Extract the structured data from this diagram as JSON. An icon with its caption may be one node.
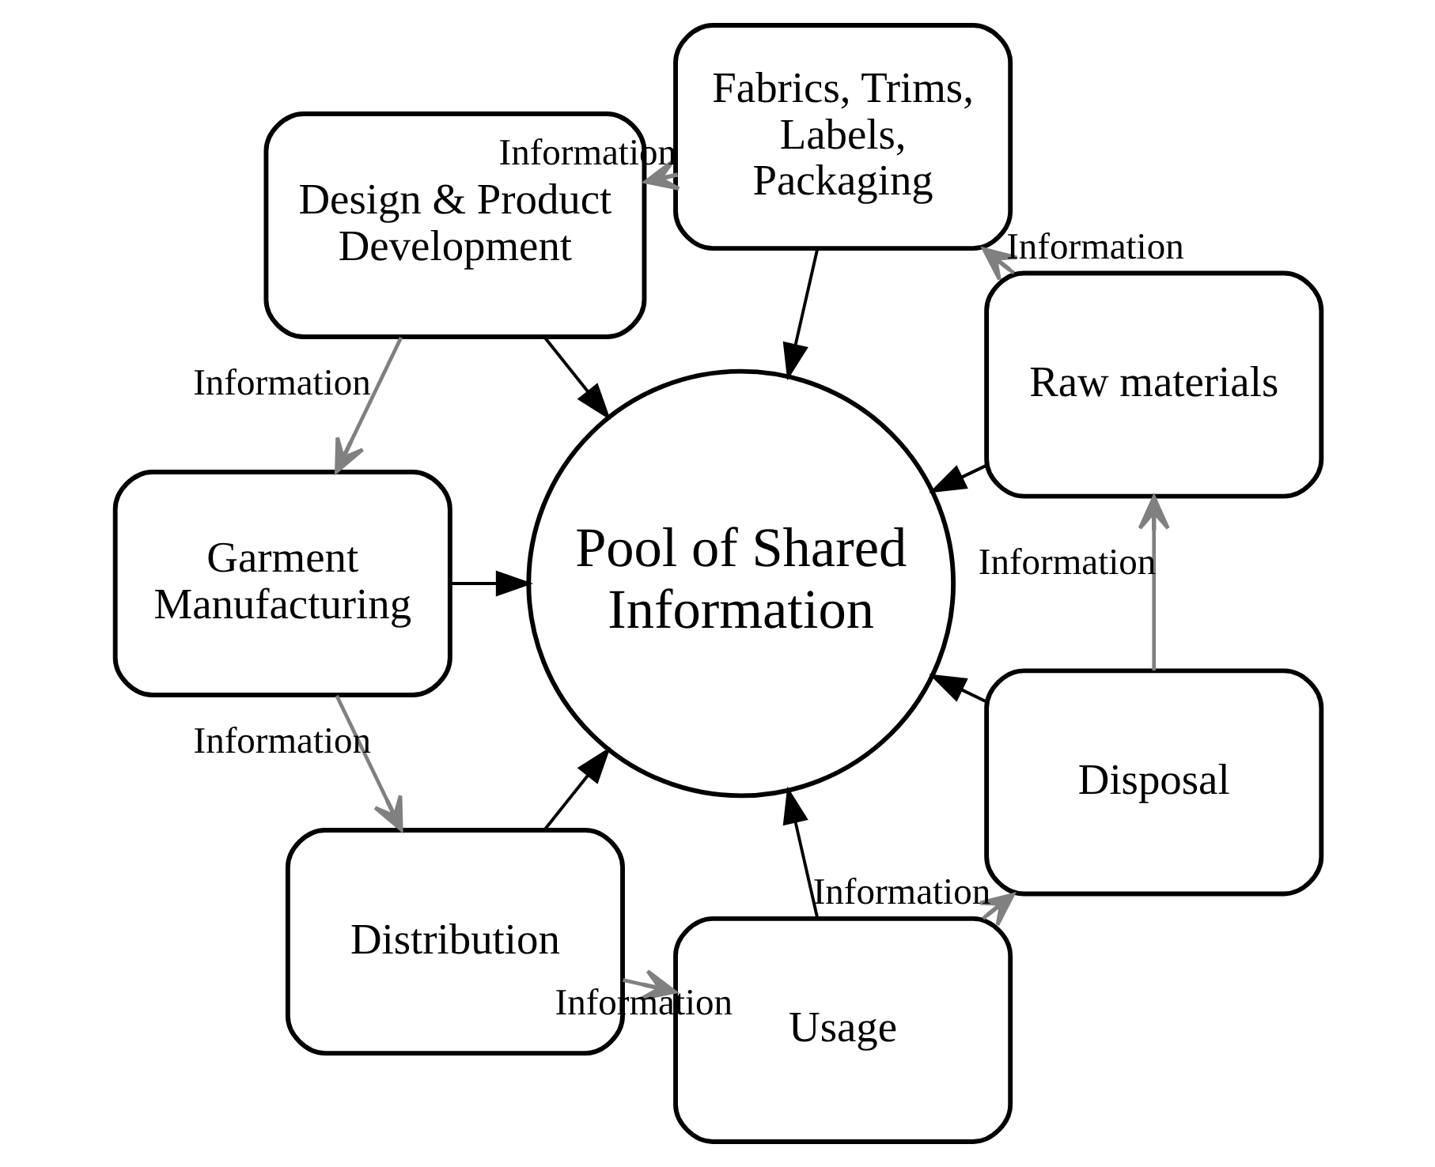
{
  "diagram": {
    "nodes": [
      {
        "text": [
          "Raw materials"
        ]
      },
      {
        "text": [
          "Fabrics, Trims, Labels, Packaging"
        ]
      },
      {
        "text": [
          "Design & Product Development"
        ]
      },
      {
        "text": [
          "Garment Manufacturing"
        ]
      },
      {
        "text": [
          "Distribution"
        ]
      },
      {
        "text": [
          "Usage"
        ]
      },
      {
        "text": [
          "Disposal"
        ]
      },
      {
        "text": [
          "Pool of Shared Information"
        ]
      }
    ],
    "edges": [
      {
        "from": 0,
        "to": 1,
        "arrow": "to",
        "label": "Information",
        "color": "#808080"
      },
      {
        "from": 1,
        "to": 2,
        "arrow": "to",
        "label": "Information",
        "color": "#808080"
      },
      {
        "from": 2,
        "to": 3,
        "arrow": "to",
        "label": "Information",
        "color": "#808080"
      },
      {
        "from": 3,
        "to": 4,
        "arrow": "to",
        "label": "Information",
        "color": "#808080"
      },
      {
        "from": 4,
        "to": 5,
        "arrow": "to",
        "label": "Information",
        "color": "#808080"
      },
      {
        "from": 5,
        "to": 6,
        "arrow": "to",
        "label": "Information",
        "color": "#808080"
      },
      {
        "from": 6,
        "to": 0,
        "arrow": "to",
        "label": "Information",
        "color": "#808080"
      },
      {
        "from": 0,
        "to": 7,
        "arrow": "to",
        "color": "#000000"
      },
      {
        "from": 1,
        "to": 7,
        "arrow": "to",
        "color": "#000000"
      },
      {
        "from": 2,
        "to": 7,
        "arrow": "to",
        "color": "#000000"
      },
      {
        "from": 3,
        "to": 7,
        "arrow": "to",
        "color": "#000000"
      },
      {
        "from": 4,
        "to": 7,
        "arrow": "to",
        "color": "#000000"
      },
      {
        "from": 5,
        "to": 7,
        "arrow": "to",
        "color": "#000000"
      },
      {
        "from": 6,
        "to": 7,
        "arrow": "to",
        "color": "#000000"
      }
    ]
  }
}
